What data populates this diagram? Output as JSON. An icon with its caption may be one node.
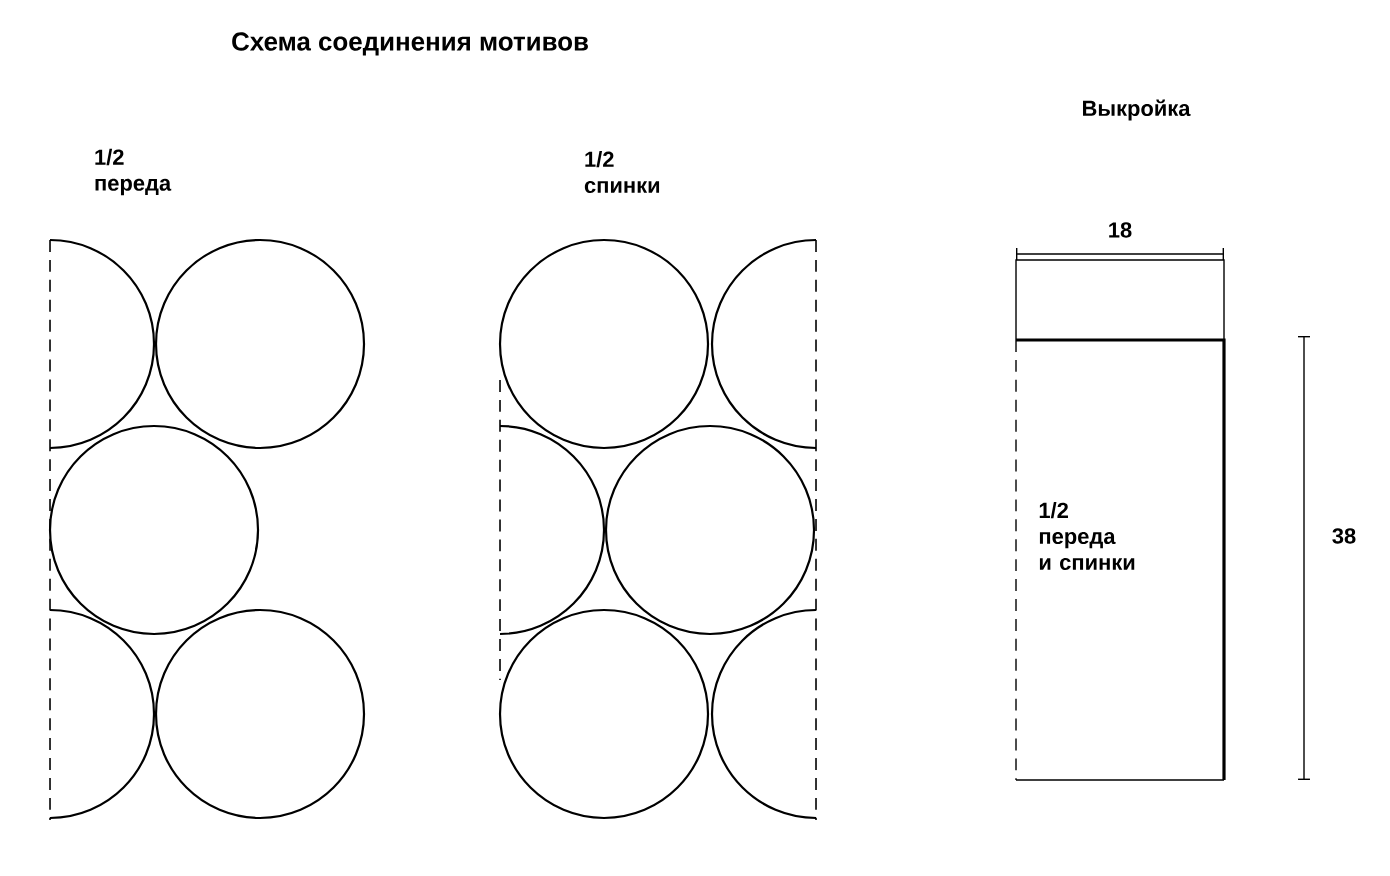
{
  "diagram": {
    "title": "Схема соединения мотивов",
    "nodes": [
      {
        "text": [
          "1/2 переда и спинки"
        ]
      }
    ],
    "labels": [
      "1/2 переда",
      "1/2 спинки",
      "Выкройка",
      "18",
      "38"
    ]
  }
}
